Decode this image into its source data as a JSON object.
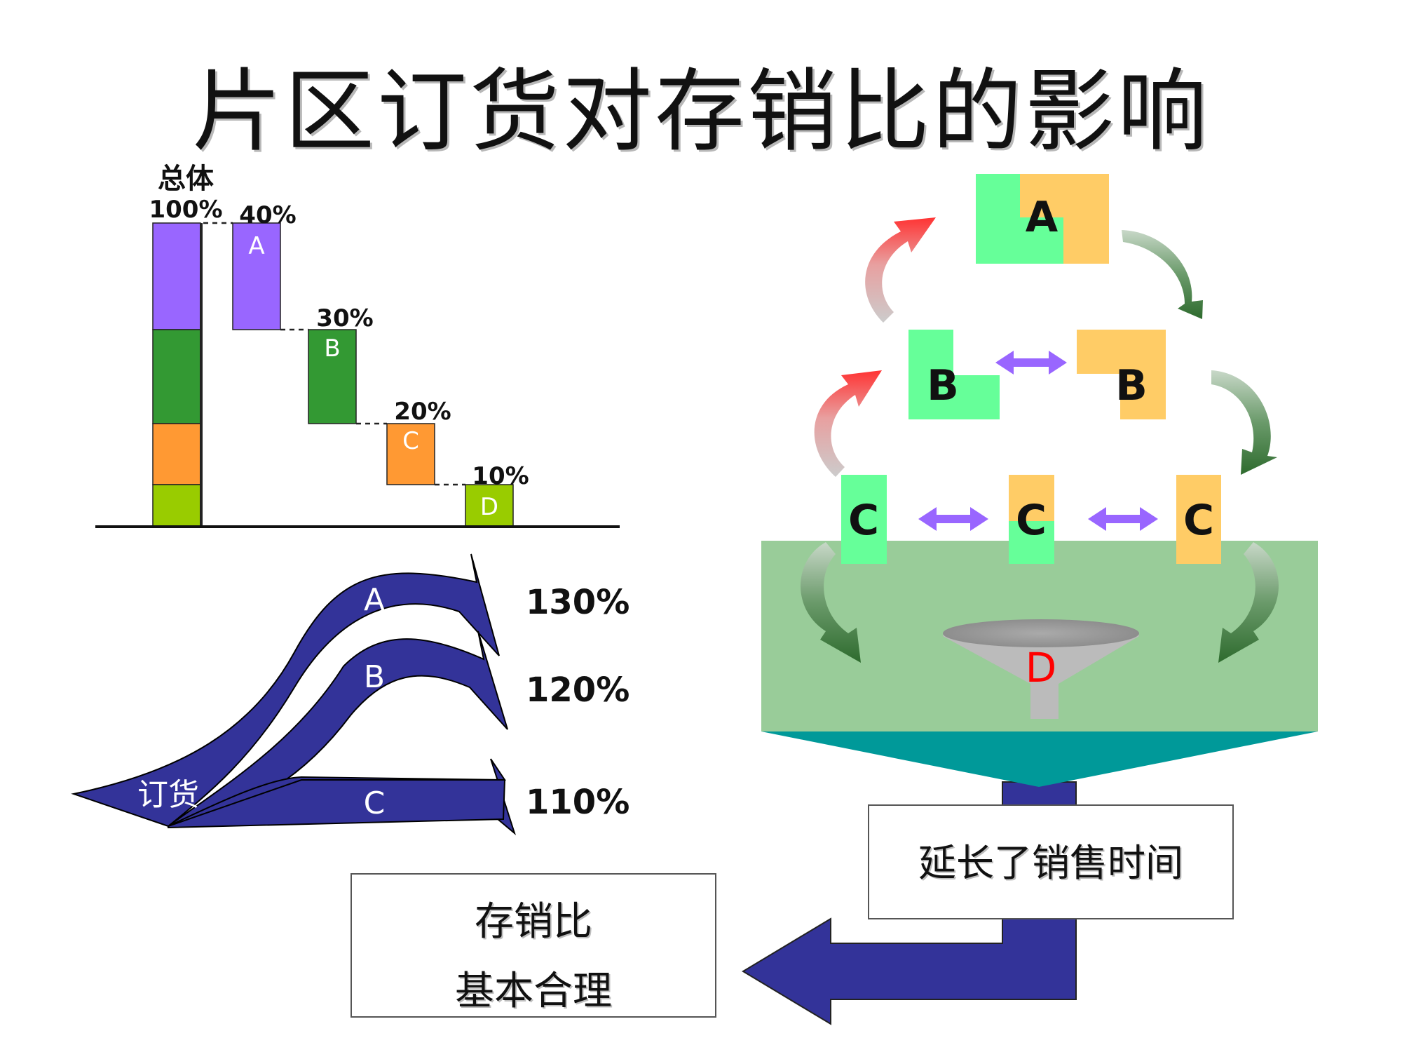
{
  "title": "片区订货对存销比的影响",
  "waterfall": {
    "total_label": "总体",
    "total_value_label": "100%",
    "total_segments": [
      {
        "name": "A",
        "share": 40,
        "color": "#9966ff"
      },
      {
        "name": "B",
        "share": 30,
        "color": "#339933"
      },
      {
        "name": "C",
        "share": 20,
        "color": "#ff9933"
      },
      {
        "name": "D",
        "share": 10,
        "color": "#99cc00"
      }
    ],
    "steps": [
      {
        "letter": "A",
        "value_label": "40%"
      },
      {
        "letter": "B",
        "value_label": "30%"
      },
      {
        "letter": "C",
        "value_label": "20%"
      },
      {
        "letter": "D",
        "value_label": "10%"
      }
    ]
  },
  "orders": {
    "source_label": "订货",
    "arrow_color": "#333399",
    "arrows": [
      {
        "letter": "A",
        "pct": "130%"
      },
      {
        "letter": "B",
        "pct": "120%"
      },
      {
        "letter": "C",
        "pct": "110%"
      }
    ]
  },
  "flow": {
    "top_label": "A",
    "b_left": "B",
    "b_right": "B",
    "c_left": "C",
    "c_mid": "C",
    "c_right": "C",
    "funnel_label": "D",
    "result_box": "延长了销售时间",
    "conclusion_line1": "存销比",
    "conclusion_line2": "基本合理",
    "colors": {
      "green": "#66ff99",
      "orange": "#ffcc66",
      "field": "#99cc99",
      "teal": "#009999",
      "navy": "#333399",
      "purple": "#9966ff",
      "red_label": "#ff0000"
    }
  }
}
